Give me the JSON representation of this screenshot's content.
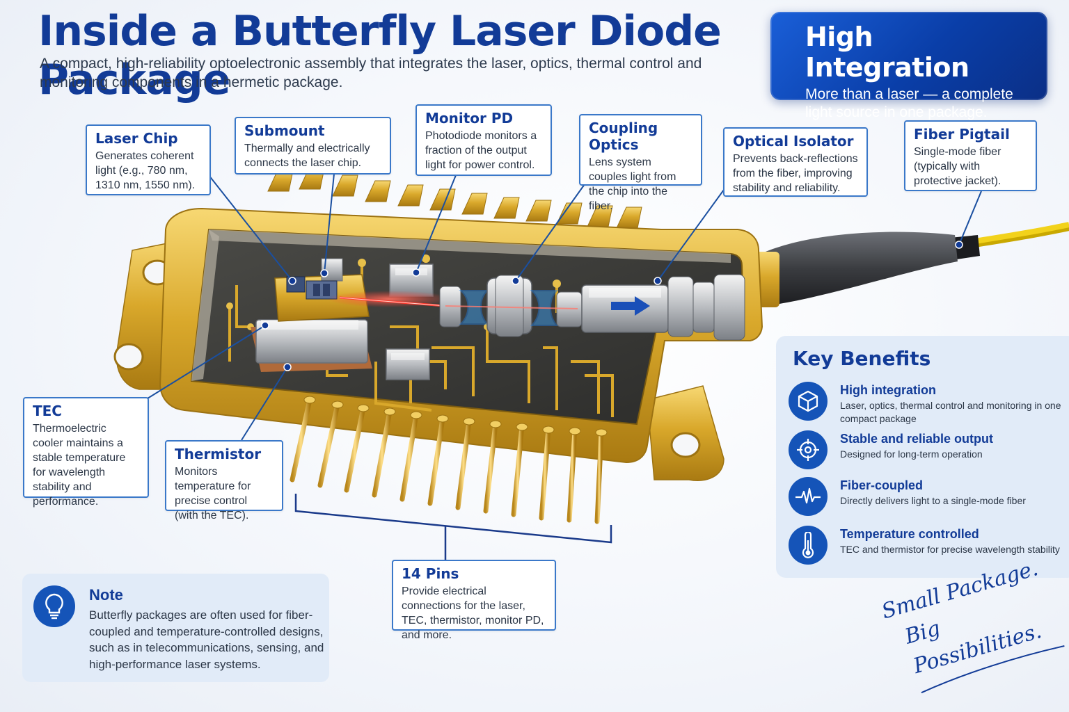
{
  "title": "Inside a Butterfly Laser Diode Package",
  "subtitle": "A compact, high-reliability optoelectronic assembly that integrates the laser, optics, thermal control and monitoring components in a hermetic package.",
  "highlight": {
    "title": "High Integration",
    "text": "More than a laser — a complete light source in one package."
  },
  "callouts": {
    "laser_chip": {
      "title": "Laser Chip",
      "text": "Generates coherent light (e.g., 780 nm, 1310 nm, 1550 nm)."
    },
    "submount": {
      "title": "Submount",
      "text": "Thermally and electrically connects the laser chip."
    },
    "monitor_pd": {
      "title": "Monitor PD",
      "text": "Photodiode monitors a fraction of the output light for power control."
    },
    "coupling_optics": {
      "title": "Coupling Optics",
      "text": "Lens system couples light from the chip into the fiber."
    },
    "optical_isolator": {
      "title": "Optical Isolator",
      "text": "Prevents back-reflections from the fiber, improving stability and reliability."
    },
    "fiber_pigtail": {
      "title": "Fiber Pigtail",
      "text": "Single-mode fiber (typically with protective jacket)."
    },
    "tec": {
      "title": "TEC",
      "text": "Thermoelectric cooler maintains a stable temperature for wavelength stability and performance."
    },
    "thermistor": {
      "title": "Thermistor",
      "text": "Monitors temperature for precise control (with the TEC)."
    },
    "pins": {
      "title": "14 Pins",
      "text": "Provide electrical connections for the laser, TEC, thermistor, monitor PD, and more."
    }
  },
  "key_benefits": {
    "title": "Key Benefits",
    "items": [
      {
        "icon": "cube-icon",
        "title": "High integration",
        "text": "Laser, optics, thermal control and monitoring in one compact package"
      },
      {
        "icon": "target-icon",
        "title": "Stable and reliable output",
        "text": "Designed for long-term operation"
      },
      {
        "icon": "waveform-icon",
        "title": "Fiber-coupled",
        "text": "Directly delivers light to a single-mode fiber"
      },
      {
        "icon": "thermometer-icon",
        "title": "Temperature controlled",
        "text": "TEC and thermistor for precise wavelength stability"
      }
    ]
  },
  "note": {
    "title": "Note",
    "text": "Butterfly packages are often used for fiber-coupled and temperature-controlled designs, such as in telecommunications, sensing, and high-performance laser systems."
  },
  "tagline": {
    "line1": "Small Package.",
    "line2": "Big Possibilities."
  },
  "colors": {
    "brand_blue": "#123b97",
    "gold": "#d9a82b",
    "laser_red": "#ff3b2f",
    "fiber_yellow": "#f2d21b"
  }
}
